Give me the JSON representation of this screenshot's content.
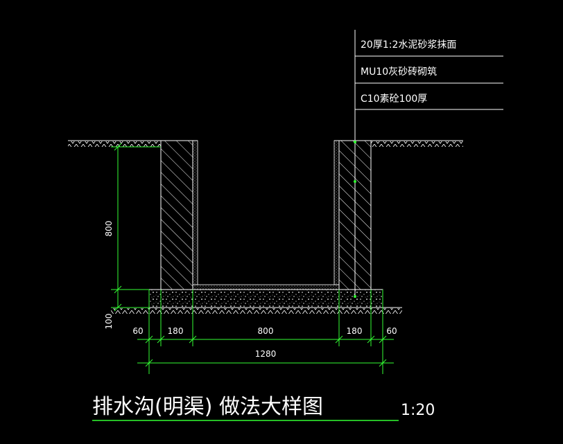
{
  "annotations": {
    "layer1": "20厚1:2水泥砂浆抹面",
    "layer2": "MU10灰砂砖砌筑",
    "layer3": "C10素砼100厚"
  },
  "dimensions": {
    "wall_height": "800",
    "base_height": "100",
    "left_offset": "60",
    "left_wall": "180",
    "channel_width": "800",
    "right_wall": "180",
    "right_offset": "60",
    "total_width": "1280"
  },
  "title": {
    "main": "排水沟(明渠) 做法大样图",
    "scale": "1:20"
  },
  "colors": {
    "background": "#000000",
    "line": "#ffffff",
    "dimension": "#33ff33",
    "title_underline": "#33ff33"
  }
}
